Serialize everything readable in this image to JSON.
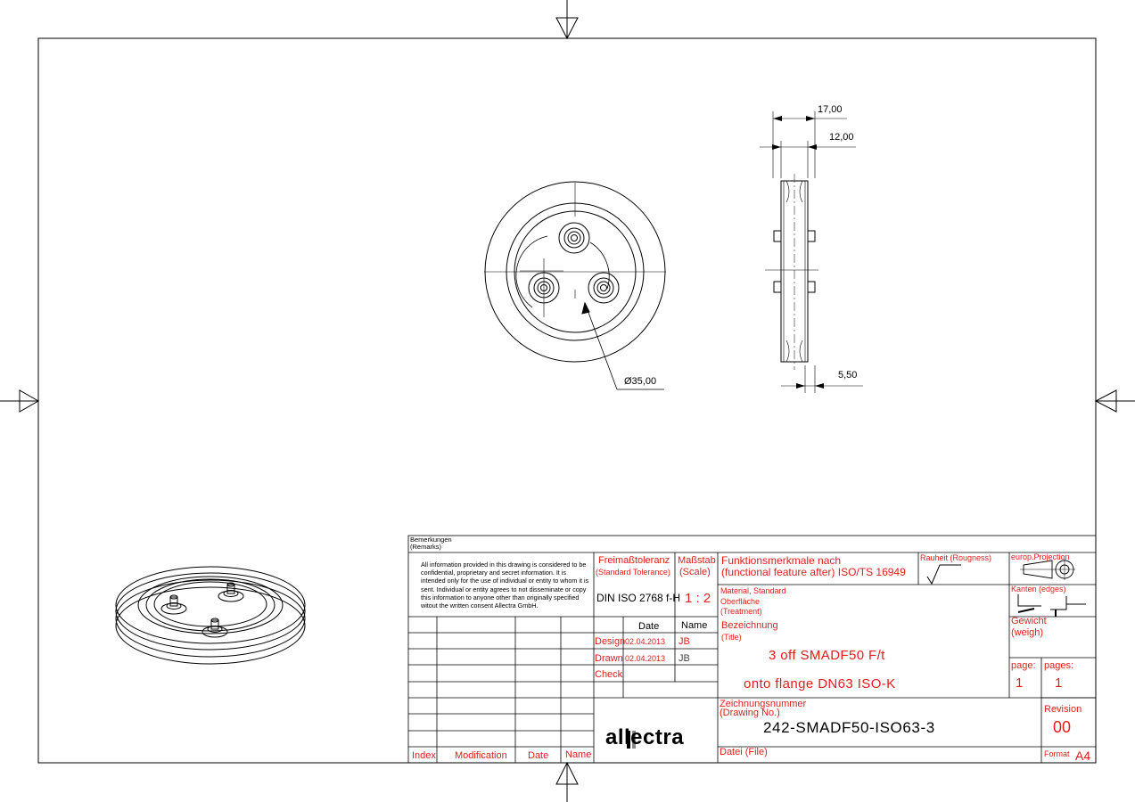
{
  "dimensions": {
    "d1": "17,00",
    "d2": "12,00",
    "d3": "5,50",
    "diameter": "Ø35,00"
  },
  "title_block": {
    "remarks_de": "Bemerkungen",
    "remarks_en": "(Remarks)",
    "confidential": "All information provided in this drawing is considered to be confidential, proprietary and secret information. It is intended only for the use of individual or entity to whom it is sent. Individual or entity agrees to not disseminate or copy this information to anyone other than originally specified witout the written consent Allectra GmbH.",
    "tolerance_de": "Freimaßtoleranz",
    "tolerance_en": "(Standard Tolerance)",
    "tolerance_value": "DIN ISO 2768 f-H",
    "scale_de": "Maßstab",
    "scale_en": "(Scale)",
    "scale_value": "1 : 2",
    "func_de": "Funktionsmerkmale nach",
    "func_en": "(functional feature after)  ISO/TS 16949",
    "roughness": "Rauheit  (Rougness)",
    "projection": "europ.Projection",
    "material": "Material, Standard",
    "surface": "Oberfläche",
    "treatment": "(Treatment)",
    "edges": "Kanten (edges)",
    "col_date": "Date",
    "col_name": "Name",
    "design_label": "Design",
    "design_date": "02.04.2013",
    "design_name": "JB",
    "drawn_label": "Drawn",
    "drawn_date": "02.04.2013",
    "drawn_name": "JB",
    "check_label": "Check",
    "title_de": "Bezeichnung",
    "title_en": "(Title)",
    "title_line1": "3 off SMADF50 F/t",
    "title_line2": "onto flange DN63 ISO-K",
    "weight_de": "Gewicht",
    "weight_en": "(weigh)",
    "page_label": "page:",
    "page_value": "1",
    "pages_label": "pages:",
    "pages_value": "1",
    "drawing_no_de": "Zeichnungsnummer",
    "drawing_no_en": "(Drawing No.)",
    "drawing_no": "242-SMADF50-ISO63-3",
    "revision_label": "Revision",
    "revision_value": "00",
    "file_label": "Datei (File)",
    "format_label": "Format",
    "format_value": "A4",
    "rev_index": "Index",
    "rev_modification": "Modification",
    "rev_date": "Date",
    "rev_name": "Name",
    "logo": "allectra"
  },
  "colors": {
    "line": "#000000",
    "text_red": "#e41c1c"
  }
}
